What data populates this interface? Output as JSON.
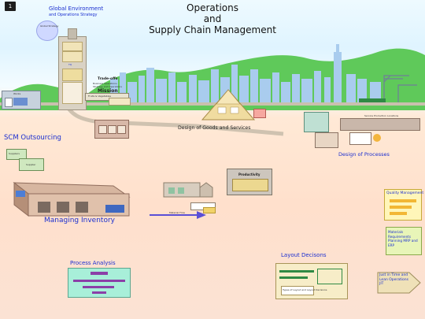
{
  "slide_number": "1",
  "title": {
    "line1": "Operations",
    "line2": "and",
    "line3": "Supply Chain Management"
  },
  "global_environment": {
    "title": "Global Environment",
    "subtitle": "and Operations Strategy",
    "bubble": "Global Strategy"
  },
  "tower": {
    "tradeoffs_label": "Trade-offs",
    "tradeoffs_sub1": "Business Operations",
    "tradeoffs_sub2": "Strategy and Operations",
    "mission_label": "Mission",
    "sign_label": "Fruits & Vegetables",
    "top_label": "TQ"
  },
  "buildings": {
    "left_label": "Works",
    "warehouse_label": "Suppliers",
    "supplier_label": "Supplier",
    "productivity_label": "Productivity"
  },
  "sections": {
    "design_goods": "Design of Goods and Services",
    "scm_outsourcing": "SCM Outsourcing",
    "design_processes": "Design of Processes",
    "managing_inventory": "Managing Inventory",
    "process_analysis": "Process Analysis",
    "layout_decisions": "Layout Decisons",
    "quality_management": "Quality Management",
    "mrp": "Materials Requirements Planning MRP and ERP",
    "jit": "Just in Time and Lean Operations JIT"
  },
  "labels": {
    "service_location": "Service Production Locations",
    "layout_note": "Types of Layout and Layout Decisions",
    "inventory_note": "Material Flow"
  },
  "colors": {
    "sky_top": "#eefaff",
    "ground": "#ffe0cc",
    "hills": "#5fc95a",
    "city": "#a9ccee",
    "heading_blue": "#1b2fd0",
    "title_text": "#111111"
  }
}
